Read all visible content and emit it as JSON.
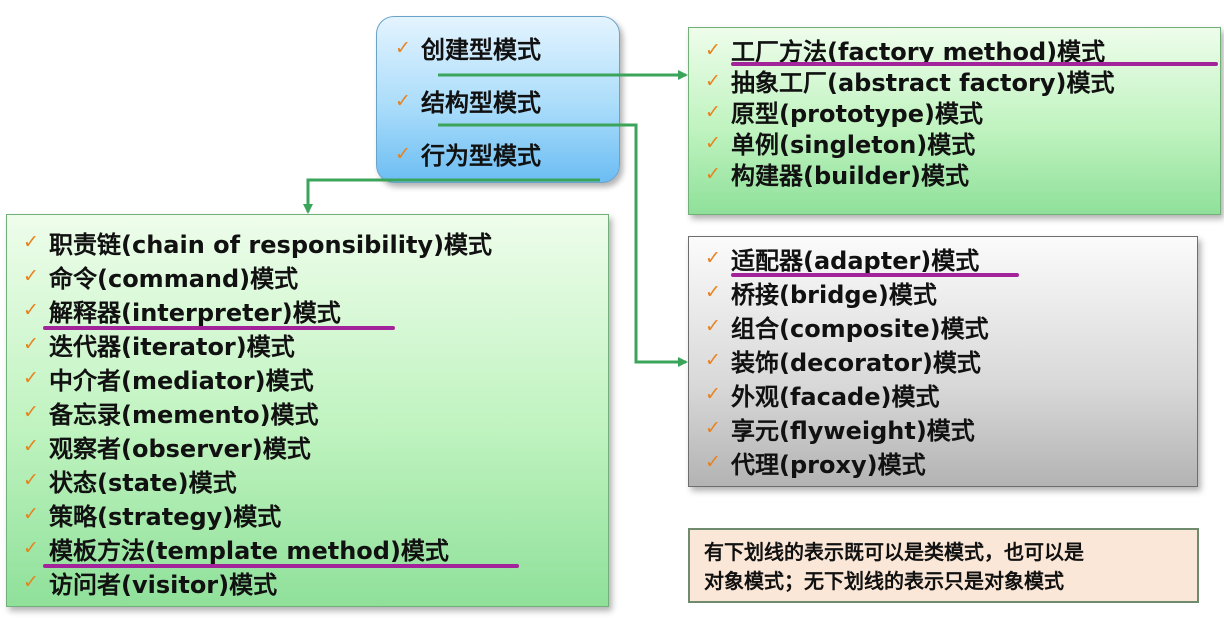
{
  "check_mark": "✓",
  "categories": [
    "创建型模式",
    "结构型模式",
    "行为型模式"
  ],
  "creational": [
    {
      "label": "工厂方法(factory method)模式",
      "underlined": true
    },
    {
      "label": "抽象工厂(abstract factory)模式",
      "underlined": false
    },
    {
      "label": "原型(prototype)模式",
      "underlined": false
    },
    {
      "label": "单例(singleton)模式",
      "underlined": false
    },
    {
      "label": "构建器(builder)模式",
      "underlined": false
    }
  ],
  "structural": [
    {
      "label": "适配器(adapter)模式",
      "underlined": true
    },
    {
      "label": "桥接(bridge)模式",
      "underlined": false
    },
    {
      "label": "组合(composite)模式",
      "underlined": false
    },
    {
      "label": "装饰(decorator)模式",
      "underlined": false
    },
    {
      "label": "外观(facade)模式",
      "underlined": false
    },
    {
      "label": "享元(flyweight)模式",
      "underlined": false
    },
    {
      "label": "代理(proxy)模式",
      "underlined": false
    }
  ],
  "behavioral": [
    {
      "label": "职责链(chain of responsibility)模式",
      "underlined": false
    },
    {
      "label": "命令(command)模式",
      "underlined": false
    },
    {
      "label": "解释器(interpreter)模式",
      "underlined": true
    },
    {
      "label": "迭代器(iterator)模式",
      "underlined": false
    },
    {
      "label": "中介者(mediator)模式",
      "underlined": false
    },
    {
      "label": "备忘录(memento)模式",
      "underlined": false
    },
    {
      "label": "观察者(observer)模式",
      "underlined": false
    },
    {
      "label": "状态(state)模式",
      "underlined": false
    },
    {
      "label": "策略(strategy)模式",
      "underlined": false
    },
    {
      "label": "模板方法(template method)模式",
      "underlined": true
    },
    {
      "label": "访问者(visitor)模式",
      "underlined": false
    }
  ],
  "note": {
    "line1": "有下划线的表示既可以是类模式，也可以是",
    "line2": "对象模式；无下划线的表示只是对象模式"
  },
  "colors": {
    "check": "#e8821e",
    "underline": "#a3239a",
    "arrow": "#3aa55a",
    "green_box": "#bff3bf",
    "gray_box": "#d8d8d8",
    "blue_box": "#a9dcfa",
    "note_box": "#fbe7d7"
  }
}
